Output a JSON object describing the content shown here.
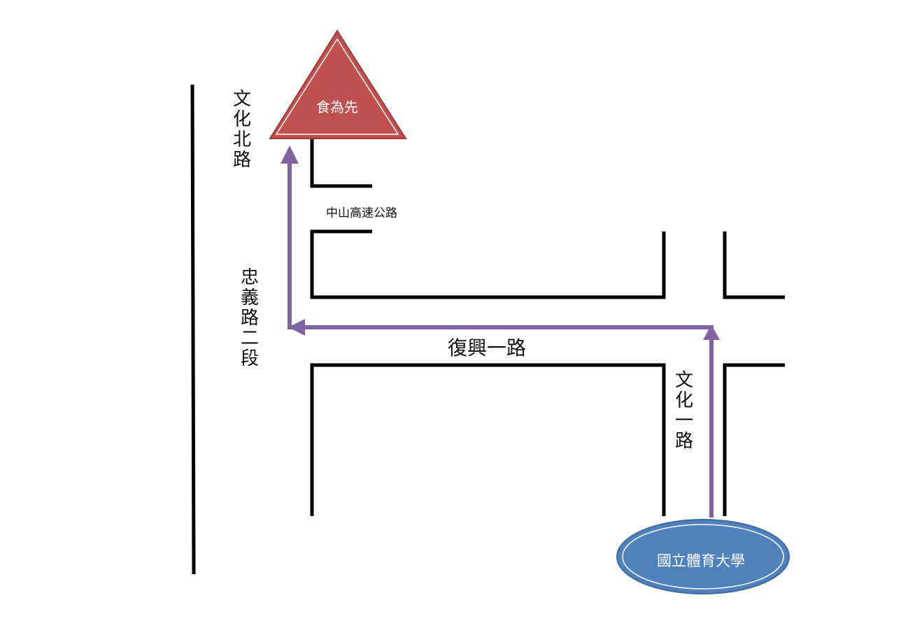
{
  "colors": {
    "road": "#000000",
    "route": "#8064a2",
    "destination": "#c0504d",
    "origin": "#4f81bd",
    "marker_text": "#ffffff"
  },
  "destination": {
    "label": "食為先",
    "shape": "triangle"
  },
  "origin": {
    "label": "國立體育大學",
    "shape": "ellipse"
  },
  "roads": {
    "wenhua_north": "文化北路",
    "zhongshan_highway": "中山高速公路",
    "zhongyi_2nd": "忠義路二段",
    "fuxing_1st": "復興一路",
    "wenhua_1st": "文化一路"
  }
}
